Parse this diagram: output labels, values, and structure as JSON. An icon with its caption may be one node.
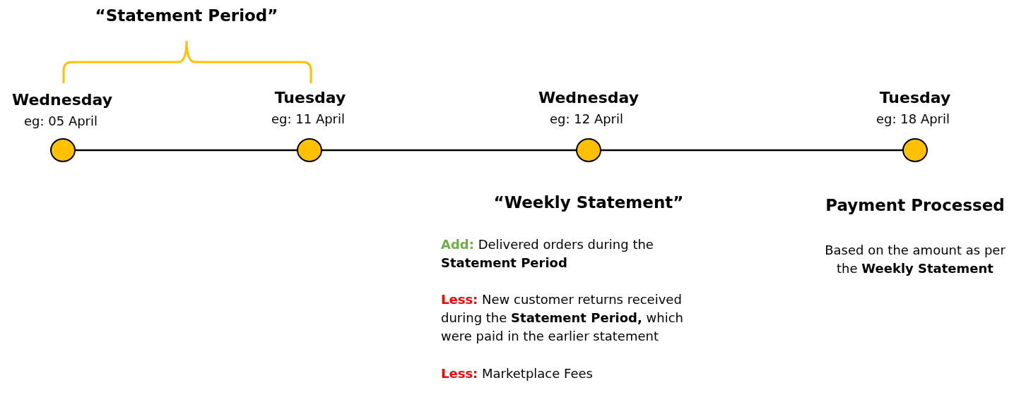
{
  "diagram": {
    "nodes": [
      {
        "text": [],
        "shape": "circle",
        "beside": [
          "Wednesday",
          "eg: 05 April"
        ]
      },
      {
        "text": [],
        "shape": "circle",
        "beside": [
          "Tuesday",
          "eg: 11 April"
        ]
      },
      {
        "text": [],
        "shape": "circle",
        "beside": [
          "Wednesday",
          "eg: 12 April",
          "“Weekly Statement”",
          "**Add:** Delivered orders during the **Statement Period**",
          "**Less:** New customer returns received during the **Statement Period,** which were paid in the earlier statement",
          "**Less:** Marketplace Fees"
        ]
      },
      {
        "text": [],
        "shape": "circle",
        "beside": [
          "Tuesday",
          "eg: 18 April",
          "Payment Processed",
          "Based on the amount as per the **Weekly Statement**"
        ]
      }
    ],
    "edges": [
      {
        "from": 0,
        "to": 1,
        "arrow": "none"
      },
      {
        "from": 1,
        "to": 2,
        "arrow": "none"
      },
      {
        "from": 2,
        "to": 3,
        "arrow": "none"
      }
    ],
    "labels": [
      "“Statement Period”"
    ]
  }
}
